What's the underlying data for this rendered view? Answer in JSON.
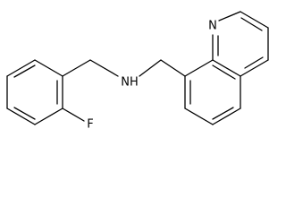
{
  "molecule": {
    "atoms": {
      "fluorine": "F",
      "amine": "NH",
      "quinoline_n": "N"
    }
  }
}
